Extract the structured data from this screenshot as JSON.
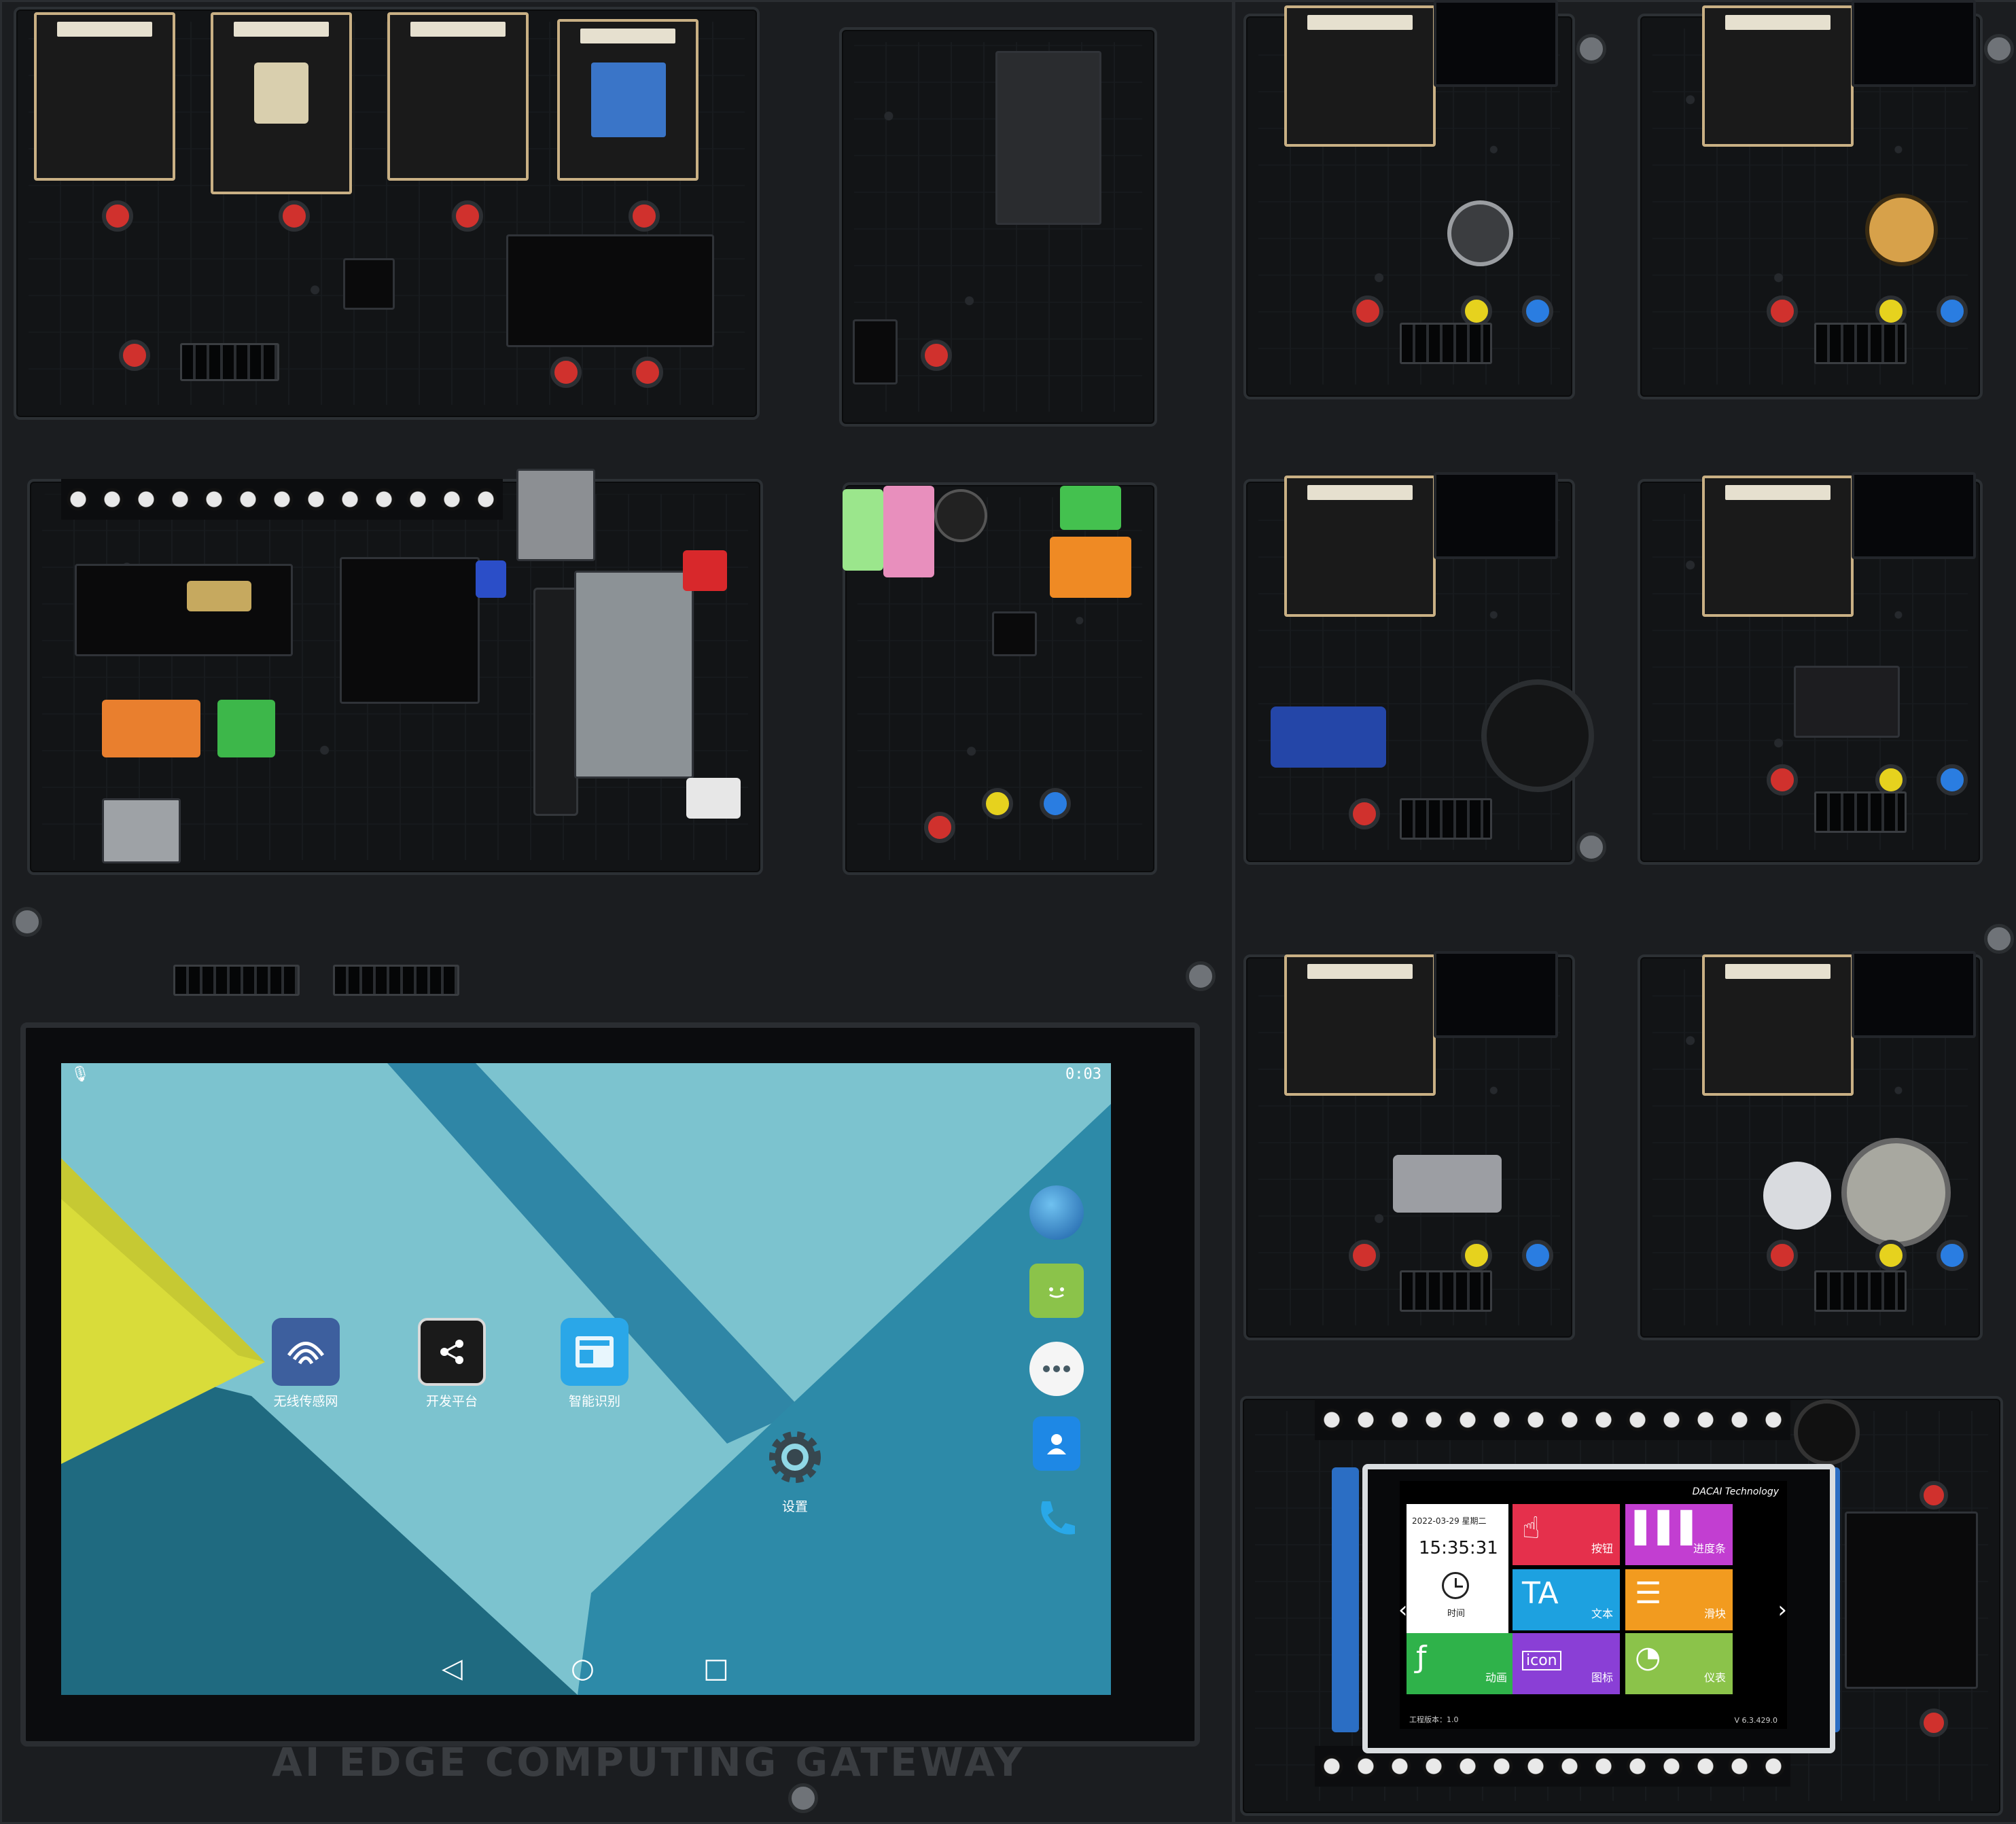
{
  "android": {
    "status_clock": "0:03",
    "apps": [
      {
        "label": "无线传感网",
        "icon": "lab-logo-icon"
      },
      {
        "label": "开发平台",
        "icon": "share-icon"
      },
      {
        "label": "智能识别",
        "icon": "gallery-icon"
      },
      {
        "label": "设置",
        "icon": "gear-icon"
      }
    ],
    "dock": [
      "browser-globe-icon",
      "messages-icon",
      "app-drawer-icon",
      "contacts-icon",
      "phone-icon"
    ],
    "nav": {
      "back": "◁",
      "home": "○",
      "recents": "□"
    }
  },
  "dacai": {
    "brand": "DACAI Technology",
    "date": "2022-03-29 星期二",
    "time": "15:35:31",
    "clock_label": "时间",
    "tiles": [
      {
        "label": "按钮",
        "glyph": "☝",
        "color": "#e5304c"
      },
      {
        "label": "进度条",
        "glyph": "▌▌▌",
        "color": "#c23ed1"
      },
      {
        "label": "文本",
        "glyph": "TA",
        "color": "#1da1e0"
      },
      {
        "label": "滑块",
        "glyph": "☰",
        "color": "#f29b1f"
      },
      {
        "label": "动画",
        "glyph": "ƒ",
        "color": "#2fb24a"
      },
      {
        "label": "图标",
        "glyph": "icon",
        "color": "#8a3fd6"
      },
      {
        "label": "仪表",
        "glyph": "◔",
        "color": "#8bc34a"
      }
    ],
    "footer_left": "工程版本：1.0",
    "footer_right": "V 6.3.429.0",
    "prev": "‹",
    "next": "›"
  },
  "enclosure_text": "AI EDGE COMPUTING GATEWAY",
  "colors": {
    "wall_cyan": "#7cc3cf",
    "wall_teal": "#2d8aa8",
    "wall_dark": "#1f6a80",
    "wall_yellow": "#d9dc3a"
  }
}
